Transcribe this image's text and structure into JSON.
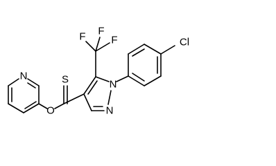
{
  "molecule": {
    "atoms": {
      "n_pyridine": "N",
      "o_ester": "O",
      "s_thione": "S",
      "f1": "F",
      "f2": "F",
      "f3": "F",
      "n1_pyrazole": "N",
      "n2_pyrazole": "N",
      "cl": "Cl"
    }
  }
}
